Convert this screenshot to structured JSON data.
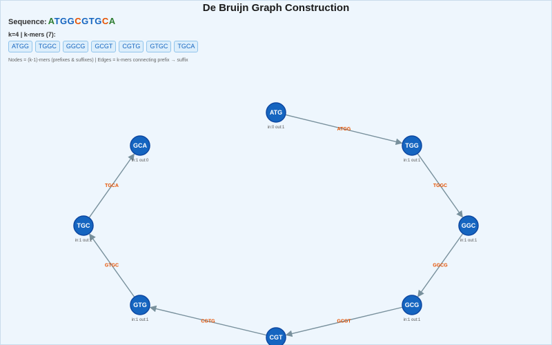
{
  "title": "De Bruijn Graph Construction",
  "sequence": {
    "label": "Sequence:",
    "letters": [
      "A",
      "T",
      "G",
      "G",
      "C",
      "G",
      "T",
      "G",
      "C",
      "A"
    ]
  },
  "base_colors": {
    "A": "#2e7d32",
    "T": "#1565c0",
    "G": "#1565c0",
    "C": "#e65100"
  },
  "kmers_label": "k=4 | k-mers (7):",
  "kmers": [
    "ATGG",
    "TGGC",
    "GGCG",
    "GCGT",
    "CGTG",
    "GTGC",
    "TGCA"
  ],
  "legend": "Nodes = (k-1)-mers (prefixes & suffixes) | Edges = k-mers connecting prefix → suffix",
  "colors": {
    "node_fill": "#1565c0",
    "node_stroke": "#0d47a1",
    "edge": "#78909c",
    "edge_label": "#e65100",
    "degree_text": "#555555"
  },
  "nodes": [
    {
      "id": "ATG",
      "degree": "in:0 out:1"
    },
    {
      "id": "TGG",
      "degree": "in:1 out:1"
    },
    {
      "id": "GGC",
      "degree": "in:1 out:1"
    },
    {
      "id": "GCG",
      "degree": "in:1 out:1"
    },
    {
      "id": "CGT",
      "degree": ""
    },
    {
      "id": "GTG",
      "degree": "in:1 out:1"
    },
    {
      "id": "TGC",
      "degree": "in:1 out:1"
    },
    {
      "id": "GCA",
      "degree": "in:1 out:0"
    }
  ],
  "edges": [
    {
      "from": "ATG",
      "to": "TGG",
      "label": "ATGG"
    },
    {
      "from": "TGG",
      "to": "GGC",
      "label": "TGGC"
    },
    {
      "from": "GGC",
      "to": "GCG",
      "label": "GGCG"
    },
    {
      "from": "GCG",
      "to": "CGT",
      "label": "GCGT"
    },
    {
      "from": "CGT",
      "to": "GTG",
      "label": "CGTG"
    },
    {
      "from": "GTG",
      "to": "TGC",
      "label": "GTGC"
    },
    {
      "from": "TGC",
      "to": "GCA",
      "label": "TGCA"
    }
  ]
}
